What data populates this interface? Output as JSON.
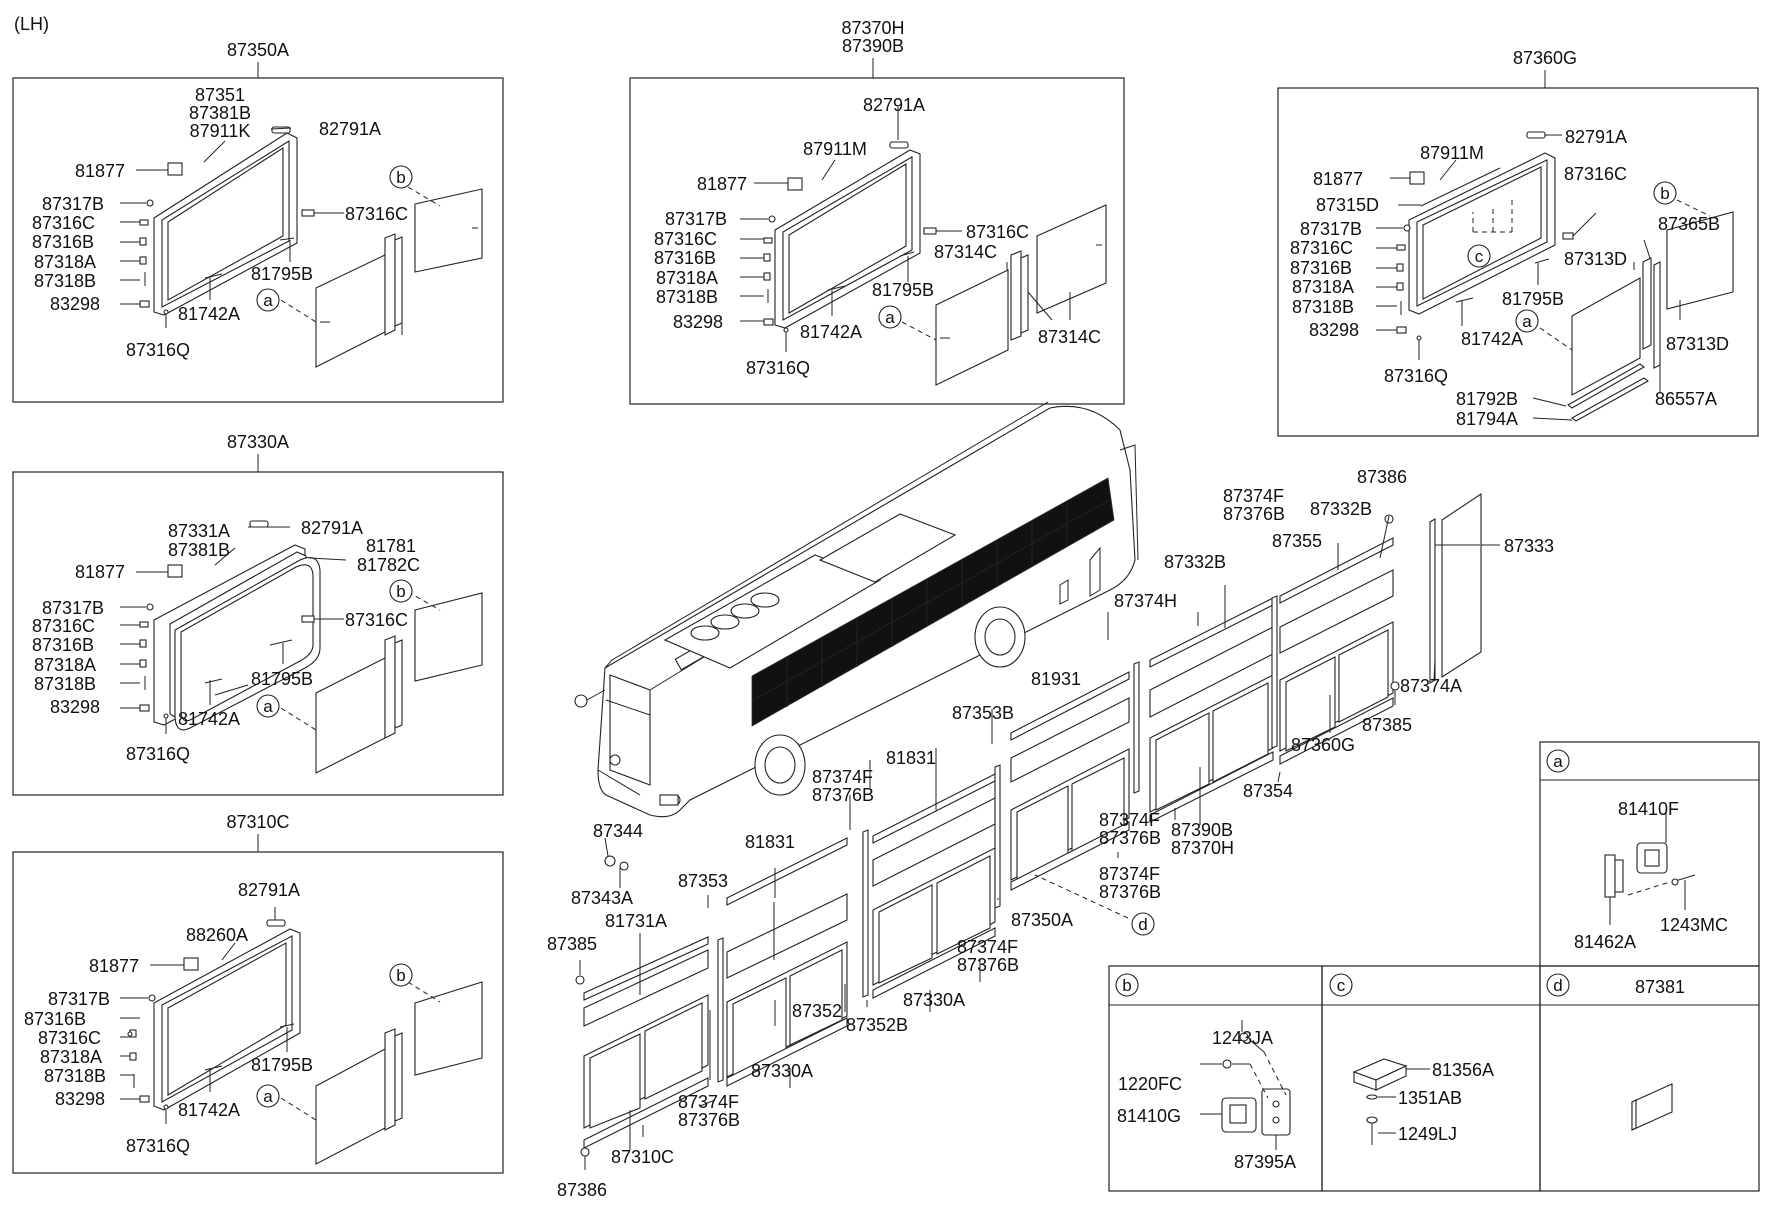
{
  "side": "(LH)",
  "panels": {
    "p87350A": {
      "title": "87350A",
      "labels": [
        "87351",
        "87381B",
        "87911K",
        "82791A",
        "81877",
        "87317B",
        "87316C",
        "87316B",
        "87318A",
        "87318B",
        "83298",
        "87316Q",
        "87316C",
        "81795B",
        "81742A"
      ],
      "callouts": [
        "a",
        "b"
      ]
    },
    "p87370H": {
      "title": [
        "87370H",
        "87390B"
      ],
      "labels": [
        "82791A",
        "87911M",
        "81877",
        "87317B",
        "87316C",
        "87316B",
        "87318A",
        "87318B",
        "83298",
        "87316Q",
        "87316C",
        "87314C",
        "81795B",
        "81742A",
        "87314C"
      ],
      "callouts": [
        "a"
      ]
    },
    "p87360G": {
      "title": "87360G",
      "labels": [
        "82791A",
        "87911M",
        "81877",
        "87315D",
        "87317B",
        "87316C",
        "87316B",
        "87318A",
        "87318B",
        "83298",
        "87316Q",
        "87316C",
        "87365B",
        "87313D",
        "81795B",
        "81742A",
        "87313D",
        "81792B",
        "81794A",
        "86557A"
      ],
      "callouts": [
        "b",
        "c",
        "a"
      ]
    },
    "p87330A": {
      "title": "87330A",
      "labels": [
        "87331A",
        "82791A",
        "87381B",
        "81781",
        "81782C",
        "81877",
        "87317B",
        "87316C",
        "87316B",
        "87318A",
        "87318B",
        "83298",
        "87316Q",
        "87316C",
        "81795B",
        "81742A"
      ],
      "callouts": [
        "b",
        "a"
      ]
    },
    "p87310C": {
      "title": "87310C",
      "labels": [
        "82791A",
        "88260A",
        "81877",
        "87317B",
        "87316B",
        "87316C",
        "87318A",
        "87318B",
        "83298",
        "87316Q",
        "81795B",
        "81742A"
      ],
      "callouts": [
        "b",
        "a"
      ]
    }
  },
  "main_labels": [
    "87344",
    "87343A",
    "87385",
    "81731A",
    "87353",
    "81831",
    "87374F",
    "87376B",
    "81831",
    "87374F",
    "87376B",
    "81931",
    "87353B",
    "87374H",
    "87332B",
    "87374F",
    "87376B",
    "87332B",
    "87386",
    "87355",
    "87333",
    "87374A",
    "87385",
    "87360G",
    "87354",
    "87390B",
    "87370H",
    "87374F",
    "87376B",
    "87350A",
    "87374F",
    "87376B",
    "87330A",
    "87352B",
    "87352",
    "87330A",
    "87374F",
    "87376B",
    "87310C",
    "87386"
  ],
  "detail_boxes": {
    "a": {
      "letter": "a",
      "labels": [
        "81410F",
        "81462A",
        "1243MC"
      ]
    },
    "b": {
      "letter": "b",
      "labels": [
        "1243JA",
        "1220FC",
        "81410G",
        "87395A"
      ]
    },
    "c": {
      "letter": "c",
      "labels": [
        "81356A",
        "1351AB",
        "1249LJ"
      ]
    },
    "d": {
      "letter": "d",
      "title": "87381"
    }
  },
  "main_callout": "d"
}
